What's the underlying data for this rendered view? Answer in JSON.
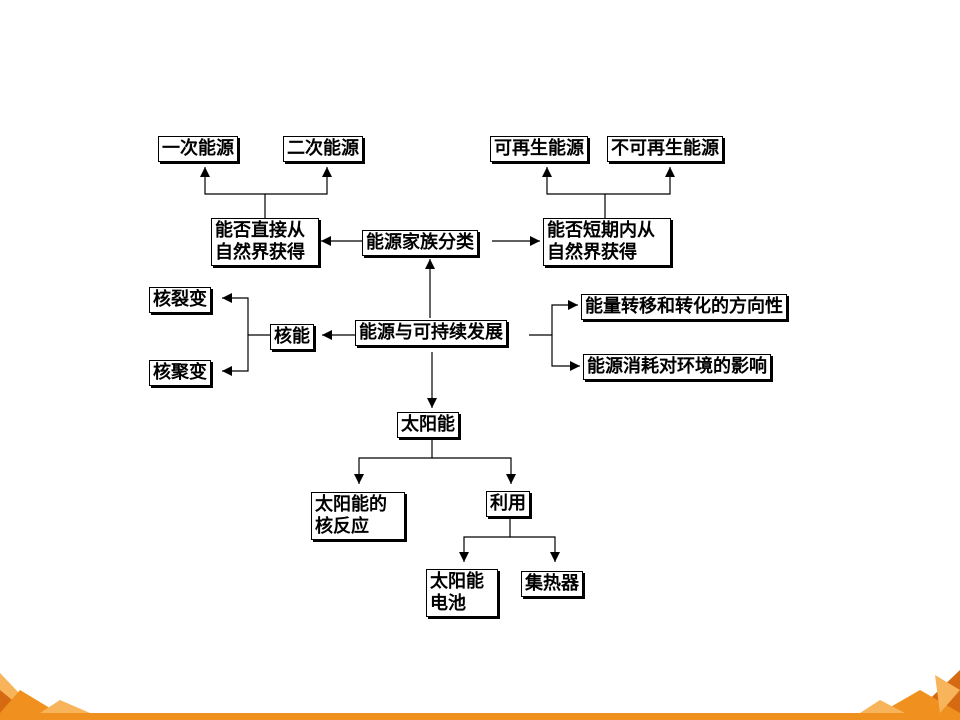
{
  "diagram": {
    "root": "能源与可持续发展",
    "family": "能源家族分类",
    "primary": "一次能源",
    "secondary": "二次能源",
    "direct_q_line1": "能否直接从",
    "direct_q_line2": "自然界获得",
    "renewable": "可再生能源",
    "nonrenewable": "不可再生能源",
    "short_q_line1": "能否短期内从",
    "short_q_line2": "自然界获得",
    "nuclear": "核能",
    "fission": "核裂变",
    "fusion": "核聚变",
    "direction": "能量转移和转化的方向性",
    "environment": "能源消耗对环境的影响",
    "solar": "太阳能",
    "solar_reaction_line1": "太阳能的",
    "solar_reaction_line2": "核反应",
    "use": "利用",
    "cell_line1": "太阳能",
    "cell_line2": "电池",
    "collector": "集热器"
  },
  "colors": {
    "line": "#000000",
    "accent_orange": "#f0901e",
    "accent_dark": "#d56a12",
    "accent_light": "#f7b45a"
  }
}
